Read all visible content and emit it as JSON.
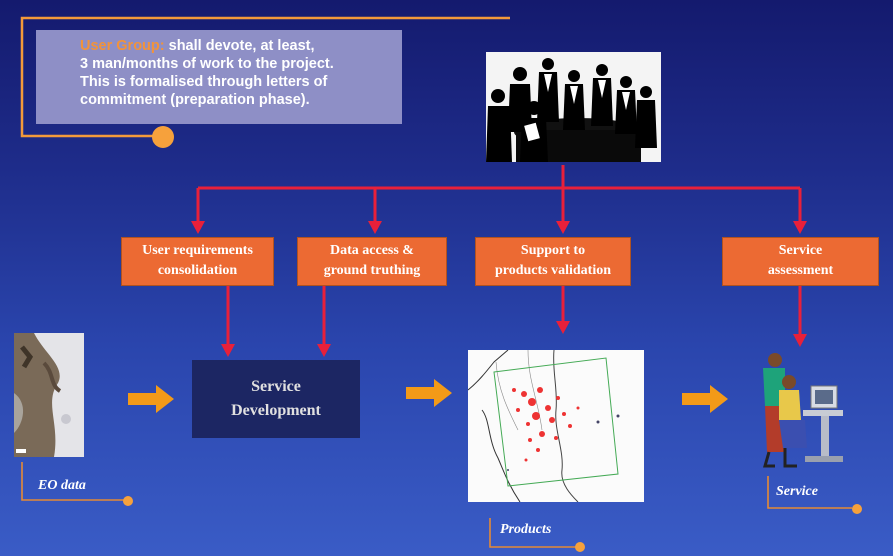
{
  "note": {
    "highlight": "User Group:",
    "line1": "shall devote, at least,",
    "line2": "3 man/months of work to the project.",
    "line3": "This is formalised through letters of",
    "line4": "commitment (preparation phase)."
  },
  "activities": [
    {
      "line1": "User requirements",
      "line2": "consolidation"
    },
    {
      "line1": "Data access &",
      "line2": "ground truthing"
    },
    {
      "line1": "Support to",
      "line2": "products validation"
    },
    {
      "line1": "Service",
      "line2": "assessment"
    }
  ],
  "service_development": {
    "line1": "Service",
    "line2": "Development"
  },
  "captions": {
    "eo_data": "EO data",
    "products": "Products",
    "service": "Service"
  },
  "colors": {
    "background_top": "#141a6e",
    "background_bottom": "#3a5cc6",
    "box": "#ec6a33",
    "arrow_red": "#e8203a",
    "arrow_orange": "#f39a18",
    "note": "#8e8fc6"
  }
}
